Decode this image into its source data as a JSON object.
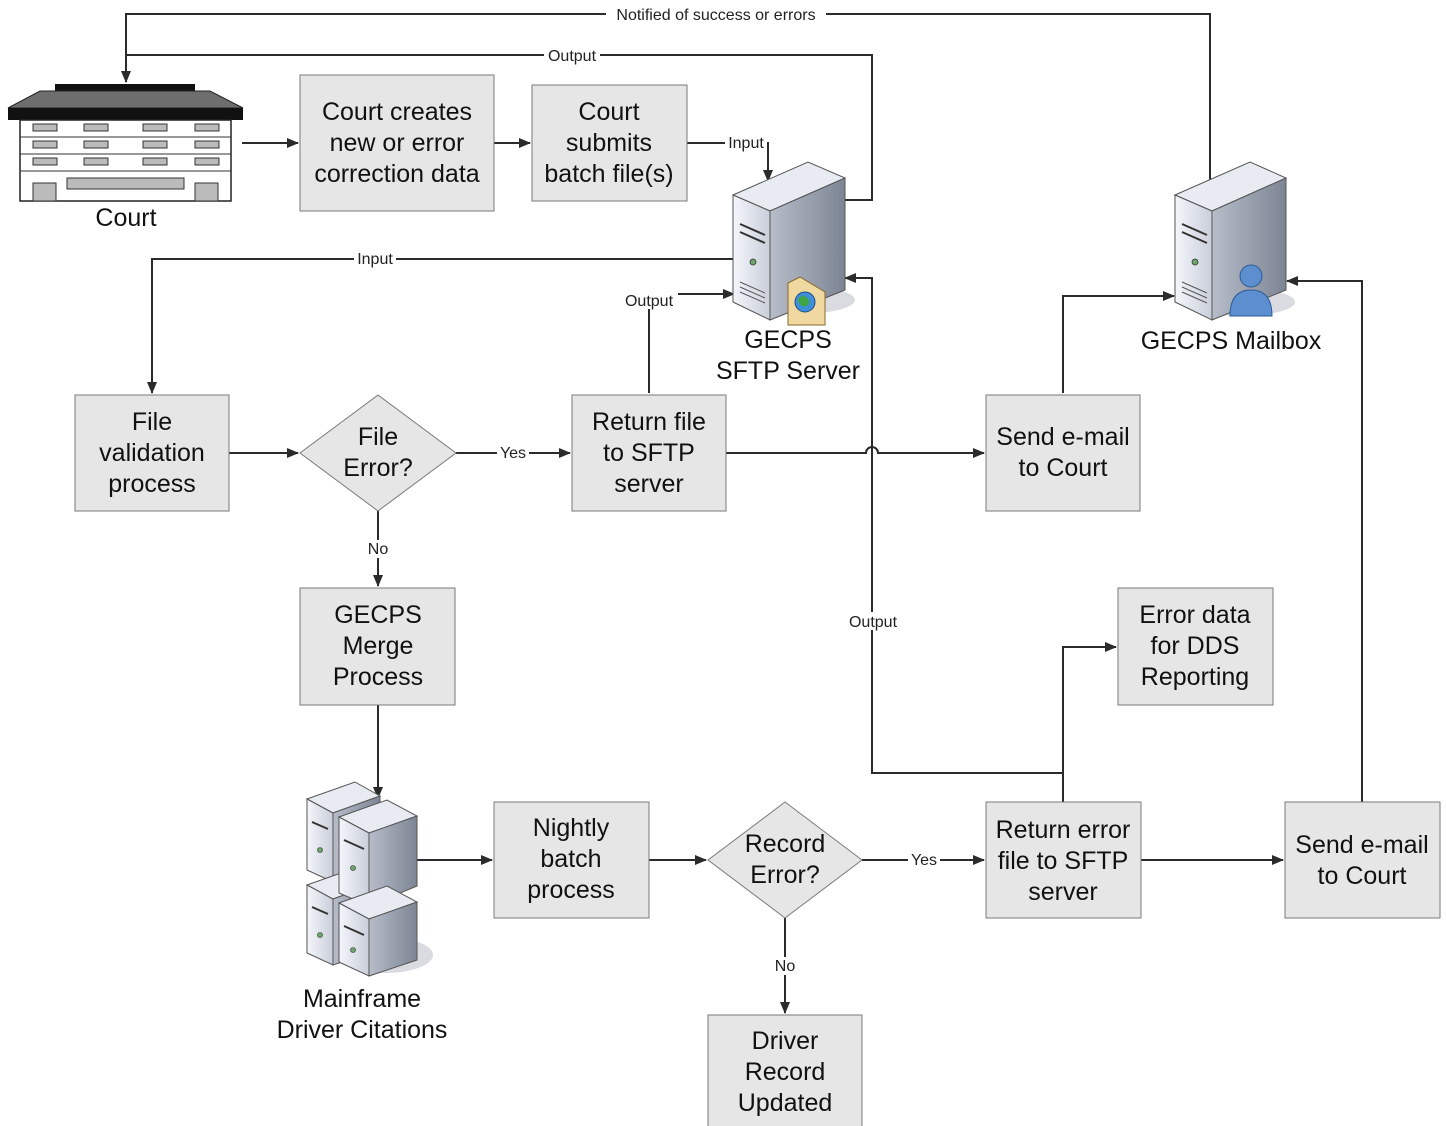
{
  "nodes": {
    "court_creates": [
      "Court creates",
      "new or error",
      "correction data"
    ],
    "court_submits": [
      "Court",
      "submits",
      "batch file(s)"
    ],
    "file_validation": [
      "File",
      "validation",
      "process"
    ],
    "file_error": [
      "File",
      "Error?"
    ],
    "return_file": [
      "Return file",
      "to SFTP",
      "server"
    ],
    "send_email_top": [
      "Send e-mail",
      "to Court"
    ],
    "gecps_merge": [
      "GECPS",
      "Merge",
      "Process"
    ],
    "error_data": [
      "Error data",
      "for DDS",
      "Reporting"
    ],
    "nightly_batch": [
      "Nightly",
      "batch",
      "process"
    ],
    "record_error": [
      "Record",
      "Error?"
    ],
    "return_error": [
      "Return error",
      "file to SFTP",
      "server"
    ],
    "send_email_bottom": [
      "Send e-mail",
      "to Court"
    ],
    "driver_record": [
      "Driver",
      "Record",
      "Updated"
    ]
  },
  "icons": {
    "court": {
      "icon": "courthouse-icon",
      "label": [
        "Court"
      ]
    },
    "sftp": {
      "icon": "server-icon",
      "label": [
        "GECPS",
        "SFTP Server"
      ]
    },
    "mailbox": {
      "icon": "mail-server-icon",
      "label": [
        "GECPS Mailbox"
      ]
    },
    "mainframe": {
      "icon": "mainframe-icon",
      "label": [
        "Mainframe",
        "Driver Citations"
      ]
    }
  },
  "edge_labels": {
    "notified": "Notified of success or errors",
    "output_top": "Output",
    "input_submit": "Input",
    "input_validation": "Input",
    "output_return": "Output",
    "yes_file": "Yes",
    "no_file": "No",
    "output_error": "Output",
    "yes_record": "Yes",
    "no_record": "No"
  }
}
